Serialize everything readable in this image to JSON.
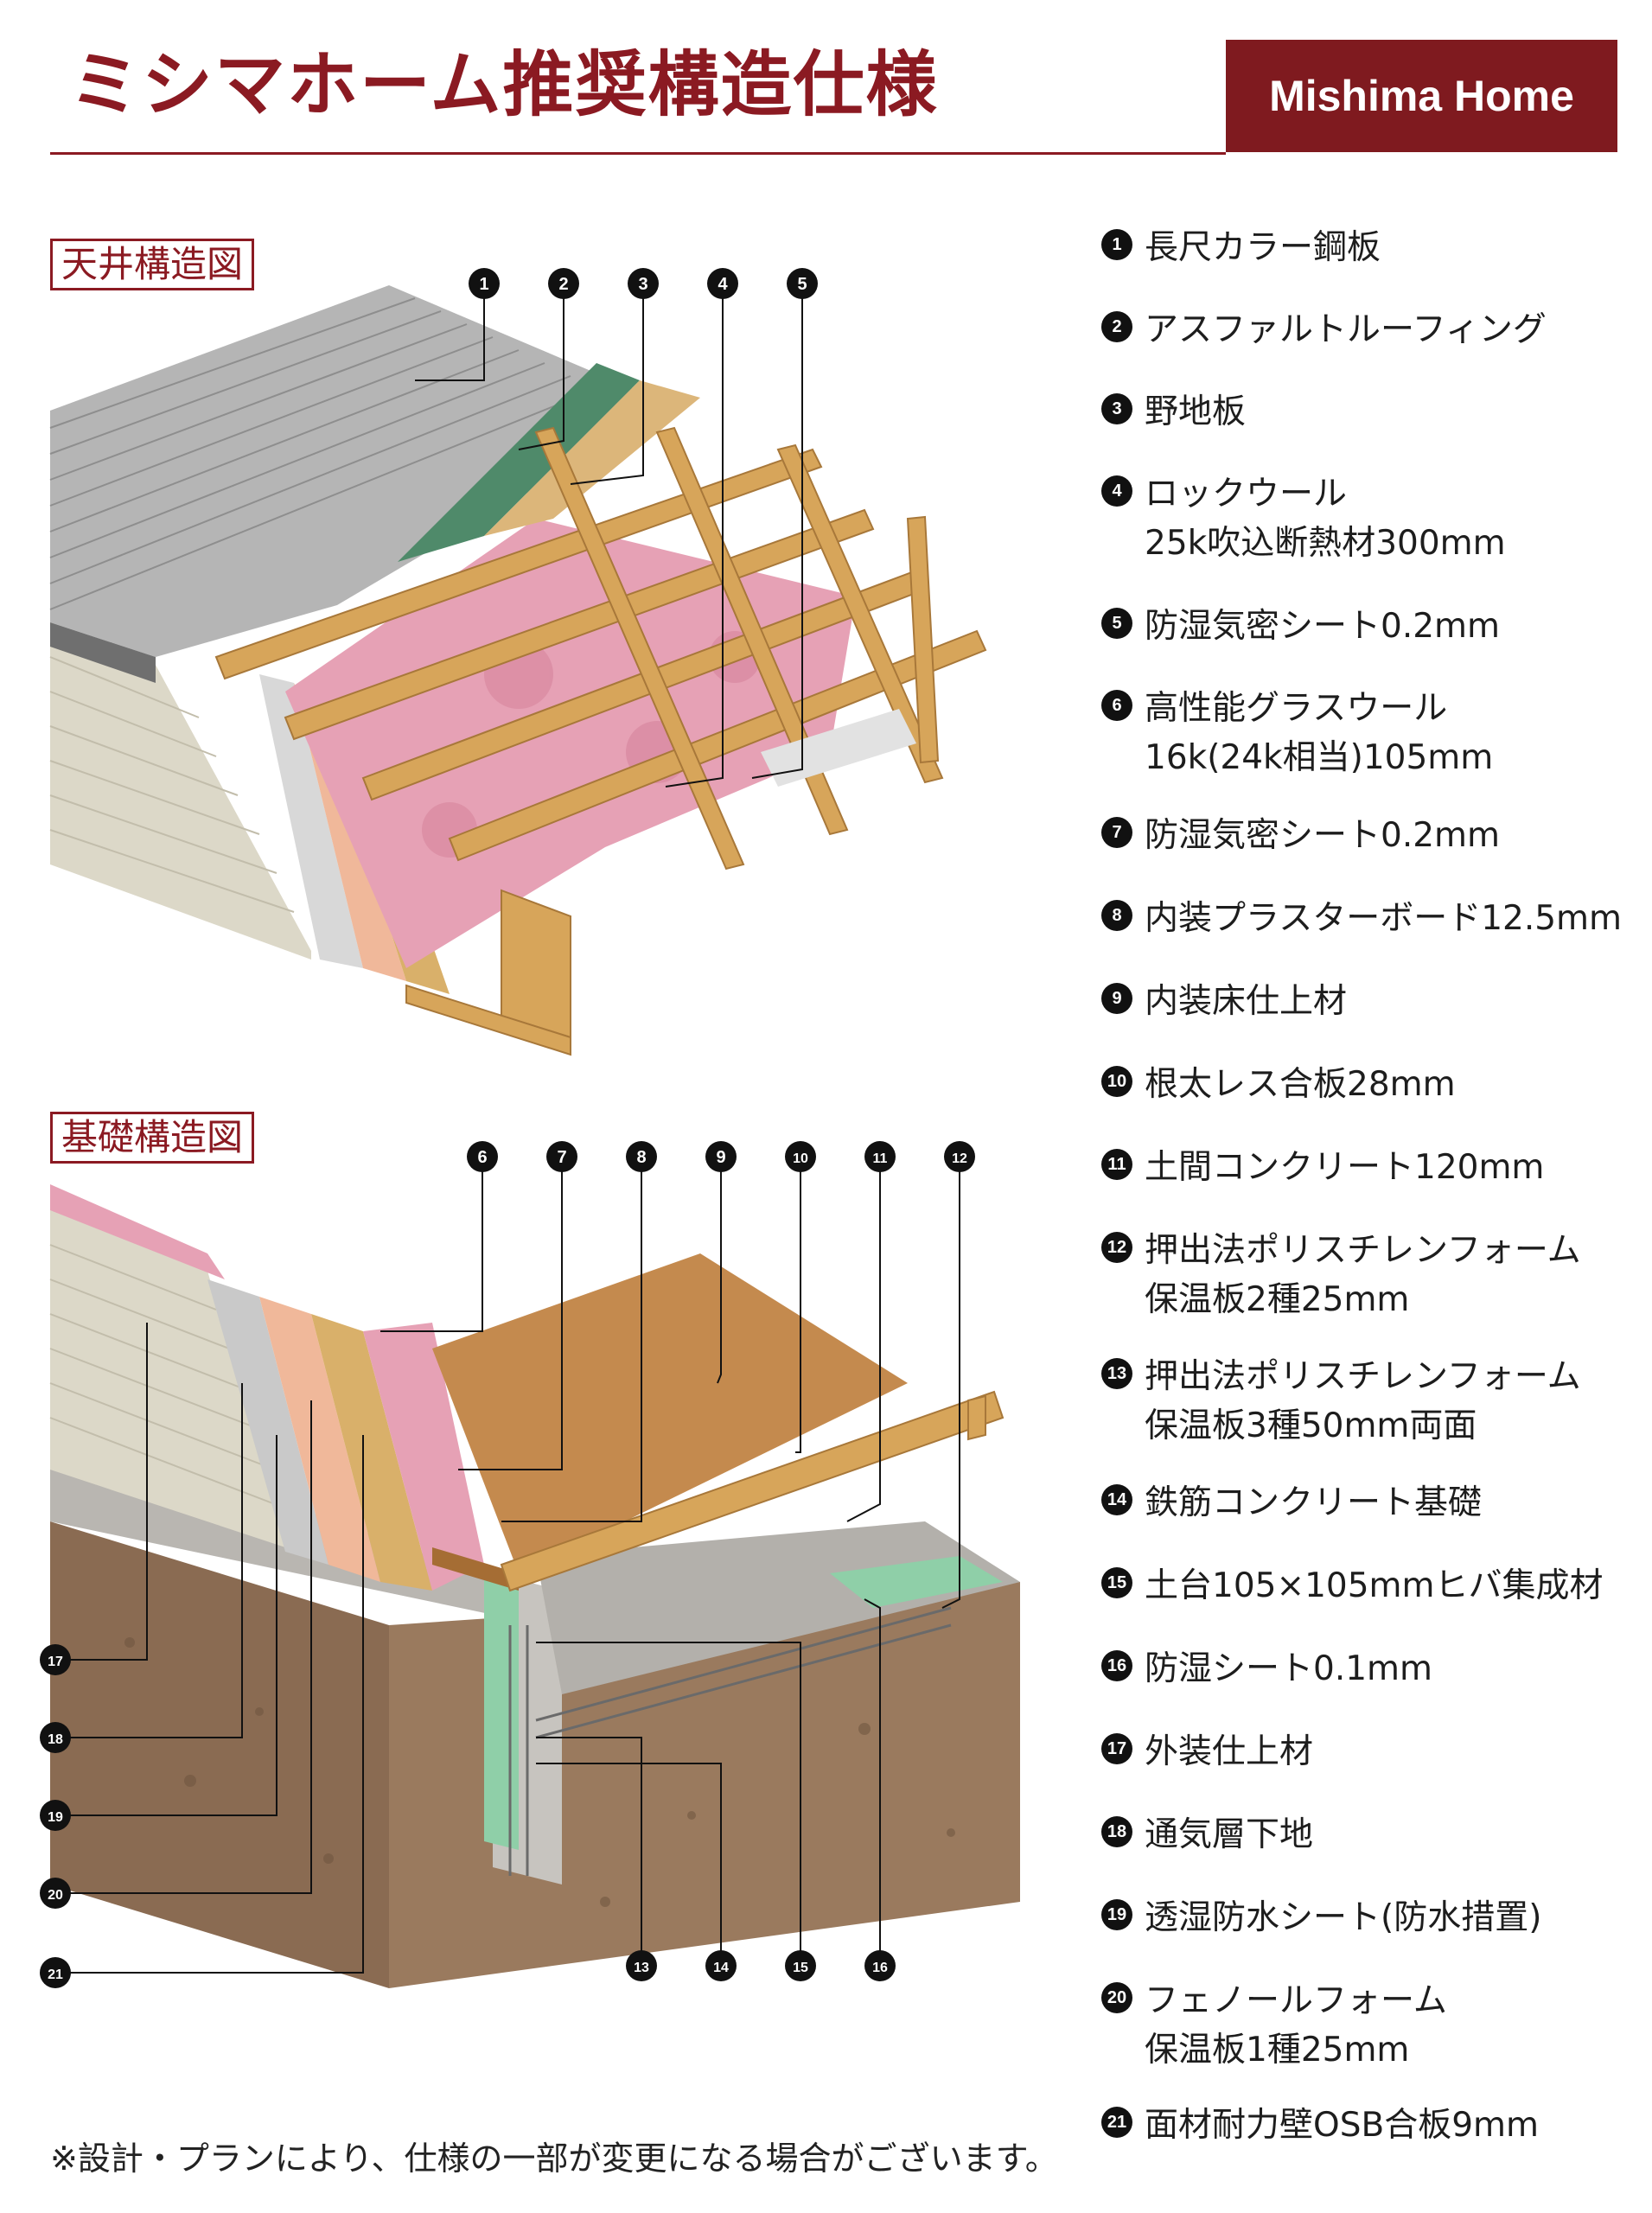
{
  "header": {
    "title": "ミシマホーム推奨構造仕様",
    "brand": "Mishima Home"
  },
  "sections": {
    "ceiling": "天井構造図",
    "foundation": "基礎構造図"
  },
  "legend": [
    {
      "num": "1",
      "lines": [
        "長尺カラー鋼板"
      ]
    },
    {
      "num": "2",
      "lines": [
        "アスファルトルーフィング"
      ]
    },
    {
      "num": "3",
      "lines": [
        "野地板"
      ]
    },
    {
      "num": "4",
      "lines": [
        "ロックウール",
        "25k吹込断熱材300mm"
      ]
    },
    {
      "num": "5",
      "lines": [
        "防湿気密シート0.2mm"
      ]
    },
    {
      "num": "6",
      "lines": [
        "高性能グラスウール",
        "16k(24k相当)105mm"
      ]
    },
    {
      "num": "7",
      "lines": [
        "防湿気密シート0.2mm"
      ]
    },
    {
      "num": "8",
      "lines": [
        "内装プラスターボード12.5mm"
      ]
    },
    {
      "num": "9",
      "lines": [
        "内装床仕上材"
      ]
    },
    {
      "num": "10",
      "lines": [
        "根太レス合板28mm"
      ]
    },
    {
      "num": "11",
      "lines": [
        "土間コンクリート120mm"
      ]
    },
    {
      "num": "12",
      "lines": [
        "押出法ポリスチレンフォーム",
        "保温板2種25mm"
      ]
    },
    {
      "num": "13",
      "lines": [
        "押出法ポリスチレンフォーム",
        "保温板3種50mm両面"
      ]
    },
    {
      "num": "14",
      "lines": [
        "鉄筋コンクリート基礎"
      ]
    },
    {
      "num": "15",
      "lines": [
        "土台105×105mmヒバ集成材"
      ]
    },
    {
      "num": "16",
      "lines": [
        "防湿シート0.1mm"
      ]
    },
    {
      "num": "17",
      "lines": [
        "外装仕上材"
      ]
    },
    {
      "num": "18",
      "lines": [
        "通気層下地"
      ]
    },
    {
      "num": "19",
      "lines": [
        "透湿防水シート(防水措置)"
      ]
    },
    {
      "num": "20",
      "lines": [
        "フェノールフォーム",
        "保温板1種25mm"
      ]
    },
    {
      "num": "21",
      "lines": [
        "面材耐力壁OSB合板9mm"
      ]
    }
  ],
  "footnote": "※設計・プランにより、仕様の一部が変更になる場合がございます。",
  "colors": {
    "brand": "#7f1a1f",
    "title": "#8b1a22",
    "steel": "#a9a9a9",
    "roofing": "#4f8a6a",
    "wood": "#d7a55a",
    "insulation": "#e8a0b4",
    "concrete": "#b9b6b1",
    "soil": "#8a6b52",
    "floor": "#c48a4e"
  }
}
